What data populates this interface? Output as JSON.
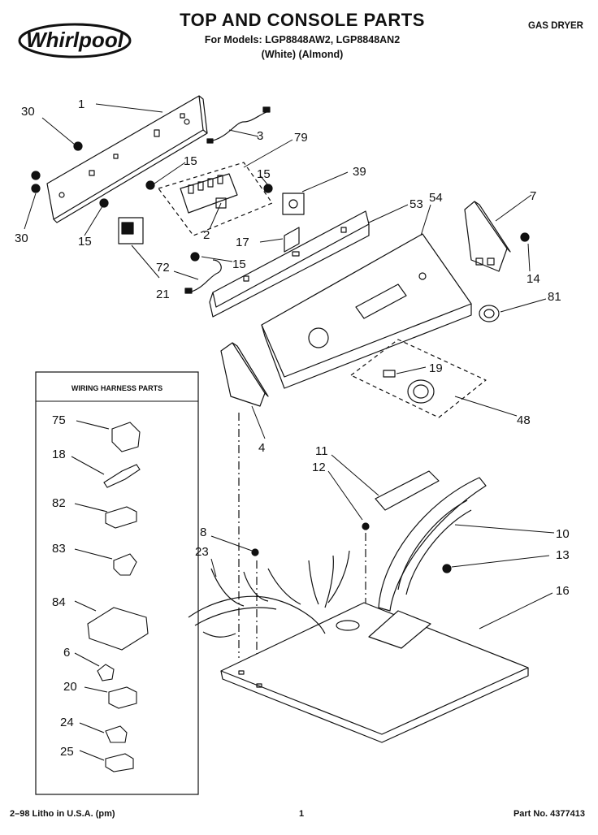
{
  "header": {
    "brand": "Whirlpool",
    "title": "TOP AND CONSOLE PARTS",
    "models": "For Models: LGP8848AW2, LGP8848AN2",
    "colors": "(White)   (Almond)",
    "appliance": "GAS DRYER"
  },
  "harness_box": {
    "title": "WIRING HARNESS PARTS"
  },
  "callouts": [
    "30",
    "1",
    "3",
    "79",
    "15",
    "39",
    "15",
    "30",
    "15",
    "2",
    "17",
    "53",
    "54",
    "7",
    "72",
    "15",
    "14",
    "21",
    "81",
    "19",
    "48",
    "4",
    "11",
    "12",
    "10",
    "8",
    "13",
    "23",
    "16",
    "75",
    "18",
    "82",
    "83",
    "84",
    "6",
    "20",
    "24",
    "25"
  ],
  "footer": {
    "litho": "2–98 Litho in U.S.A. (pm)",
    "page": "1",
    "part_no": "Part No. 4377413"
  },
  "colors": {
    "ink": "#111111",
    "paper": "#ffffff"
  }
}
